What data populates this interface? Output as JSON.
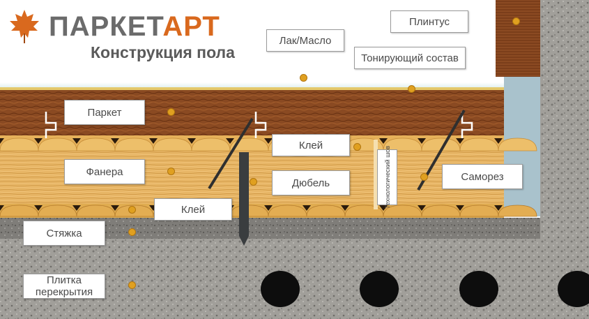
{
  "brand": {
    "logo_prefix": "ПАРКЕТ",
    "logo_accent": "АРТ",
    "subtitle": "Конструкция пола"
  },
  "labels": {
    "plinth": "Плинтус",
    "lacquer": "Лак/Масло",
    "toning": "Тонирующий состав",
    "parquet": "Паркет",
    "glue_top": "Клей",
    "plywood": "Фанера",
    "dowel": "Дюбель",
    "tech_seam": "Технологический шов",
    "screw": "Саморез",
    "glue_bottom": "Клей",
    "screed": "Стяжка",
    "slab": "Плитка перекрытия"
  },
  "colors": {
    "brand_gray": "#6b6b6b",
    "brand_orange": "#d9691e",
    "parquet": "#8b4a22",
    "plywood": "#e6b463",
    "concrete": "#9a9893",
    "dot": "#e0a020"
  }
}
